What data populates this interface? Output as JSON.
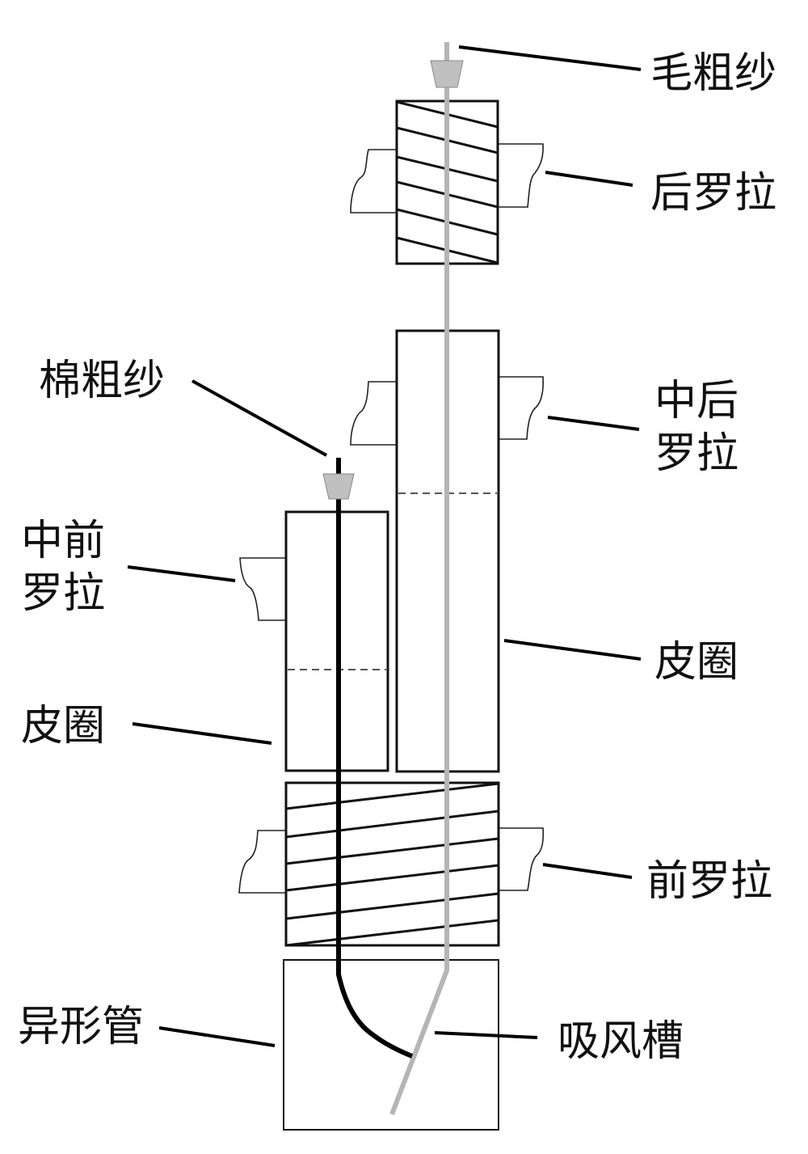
{
  "diagram": {
    "title": "Siro-type composite drafting system schematic",
    "colors": {
      "wool_roving": "#b5b5b5",
      "cotton_roving": "#000000",
      "guide": "#c0c0c0",
      "outline": "#111111",
      "background": "#ffffff"
    },
    "labels": {
      "wool_roving": "毛粗纱",
      "back_roller": "后罗拉",
      "cotton_roving": "棉粗纱",
      "middle_back_roller_line1": "中后",
      "middle_back_roller_line2": "罗拉",
      "middle_front_roller_line1": "中前",
      "middle_front_roller_line2": "罗拉",
      "apron_right": "皮圈",
      "apron_left": "皮圈",
      "front_roller": "前罗拉",
      "profiled_tube": "异形管",
      "suction_slot": "吸风槽"
    },
    "components": [
      {
        "id": "back-roller",
        "name": "后罗拉",
        "type": "fluted roller"
      },
      {
        "id": "middle-back-roller",
        "name": "中后罗拉",
        "type": "apron roller"
      },
      {
        "id": "middle-front-roller",
        "name": "中前罗拉",
        "type": "apron roller"
      },
      {
        "id": "front-roller",
        "name": "前罗拉",
        "type": "fluted roller"
      },
      {
        "id": "profiled-tube",
        "name": "异形管",
        "type": "tube"
      },
      {
        "id": "suction-slot",
        "name": "吸风槽",
        "type": "slot"
      }
    ]
  }
}
